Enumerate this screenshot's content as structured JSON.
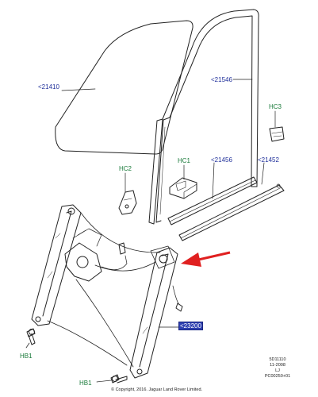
{
  "diagram": {
    "callouts": {
      "glass": "<21410",
      "run_channel": "<21546",
      "hc3": "HC3",
      "hc2": "HC2",
      "hc1": "HC1",
      "belt_inner": "<21456",
      "belt_outer": "<21452",
      "regulator": "<23200",
      "hb1_left": "HB1",
      "hb1_bottom": "HB1"
    },
    "meta_lines": [
      "5D11110",
      "11-2008",
      "LJ",
      "PC00250+01"
    ],
    "copyright": "© Copyright, 2016. Jaguar Land Rover Limited.",
    "colors": {
      "part_number": "#1f2f9a",
      "fastener_code": "#1a7a3a",
      "highlight_box": "#2d3fb0",
      "arrow": "#e02020"
    }
  }
}
